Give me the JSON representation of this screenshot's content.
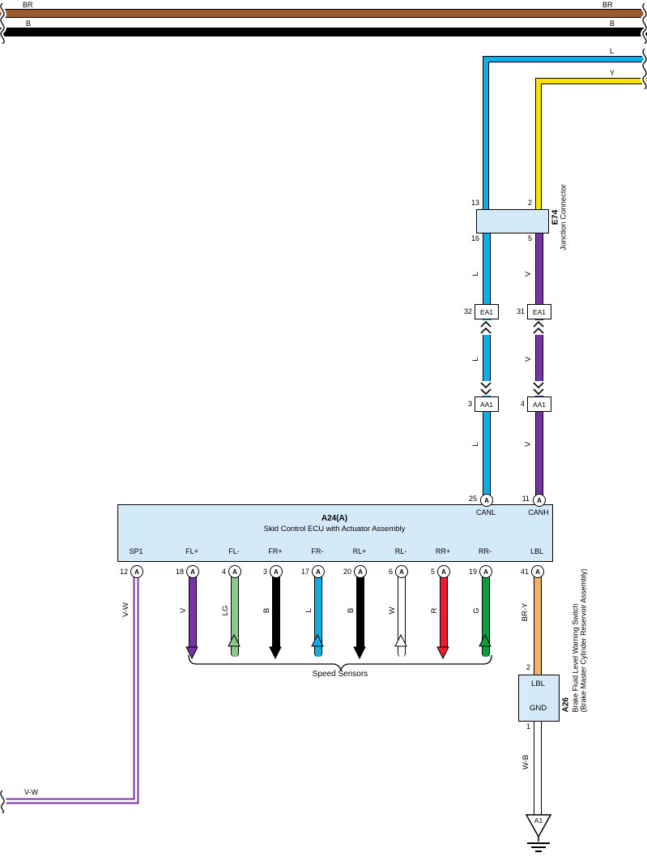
{
  "colors": {
    "wire_brown": "#9C5B2D",
    "wire_black": "#000000",
    "wire_blue": "#13ADE6",
    "wire_yellow": "#FFE000",
    "wire_violet": "#7633A2",
    "wire_light_green": "#8CC88C",
    "wire_white": "#FFFFFF",
    "wire_red": "#EC1C2E",
    "wire_green": "#0E9C3F",
    "wire_brown_yellow": "#F1B364",
    "component_fill": "#D5EAF8"
  },
  "bus": {
    "brown_left": "BR",
    "brown_right": "BR",
    "black_left": "B",
    "black_right": "B"
  },
  "feed": {
    "blue": "L",
    "yellow": "Y"
  },
  "e74": {
    "id": "E74",
    "name": "Junction Connector",
    "pin_top_left": "13",
    "pin_top_right": "2",
    "pin_bottom_left": "16",
    "pin_bottom_right": "5"
  },
  "wire_codes": {
    "l": "L",
    "v": "V"
  },
  "connectors": {
    "ea1_left": {
      "pin": "32",
      "id": "EA1"
    },
    "ea1_right": {
      "pin": "31",
      "id": "EA1"
    },
    "aa1_left": {
      "pin": "3",
      "id": "AA1"
    },
    "aa1_right": {
      "pin": "4",
      "id": "AA1"
    }
  },
  "ecu": {
    "id": "A24(A)",
    "name": "Skid Control ECU with Actuator Assembly",
    "top_pins": [
      {
        "number": "25",
        "letter": "A",
        "label": "CANL"
      },
      {
        "number": "11",
        "letter": "A",
        "label": "CANH"
      }
    ],
    "bottom_pins": [
      {
        "number": "12",
        "letter": "A",
        "label": "SP1",
        "wire": "V-W"
      },
      {
        "number": "18",
        "letter": "A",
        "label": "FL+",
        "wire": "V"
      },
      {
        "number": "4",
        "letter": "A",
        "label": "FL-",
        "wire": "LG"
      },
      {
        "number": "3",
        "letter": "A",
        "label": "FR+",
        "wire": "B"
      },
      {
        "number": "17",
        "letter": "A",
        "label": "FR-",
        "wire": "L"
      },
      {
        "number": "20",
        "letter": "A",
        "label": "RL+",
        "wire": "B"
      },
      {
        "number": "6",
        "letter": "A",
        "label": "RL-",
        "wire": "W"
      },
      {
        "number": "5",
        "letter": "A",
        "label": "RR+",
        "wire": "R"
      },
      {
        "number": "19",
        "letter": "A",
        "label": "RR-",
        "wire": "G"
      },
      {
        "number": "41",
        "letter": "A",
        "label": "LBL",
        "wire": "BR-Y"
      }
    ]
  },
  "speed_sensors_label": "Speed Sensors",
  "a26": {
    "pin_top": "2",
    "terminal_top": "LBL",
    "terminal_bottom": "GND",
    "pin_bottom": "1",
    "id": "A26",
    "name": "Brake Fluid Level Warning Switch",
    "name2": "(Brake Master Cylinder Reservoir Assembly)",
    "wire_to_ground": "W-B"
  },
  "ground": {
    "id": "A1"
  }
}
